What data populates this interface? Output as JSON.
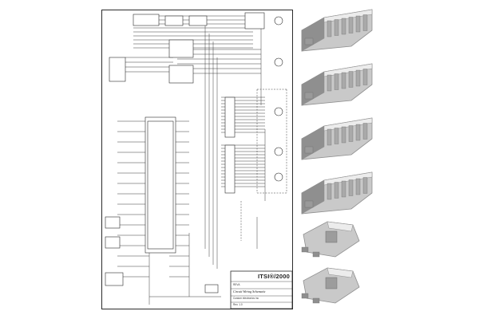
{
  "title_block": {
    "logo": "ITSI®/2000",
    "row1": "REVA",
    "row2": "Circuit Wiring Schematic",
    "row3": "Custom electronics inc",
    "row4": "Rev. 1.0"
  },
  "colors": {
    "ink": "#2b2b2b",
    "paper": "#ffffff",
    "part_body": "#c9c9c9",
    "part_shadow": "#8f8f8f",
    "part_highlight": "#ececec"
  }
}
